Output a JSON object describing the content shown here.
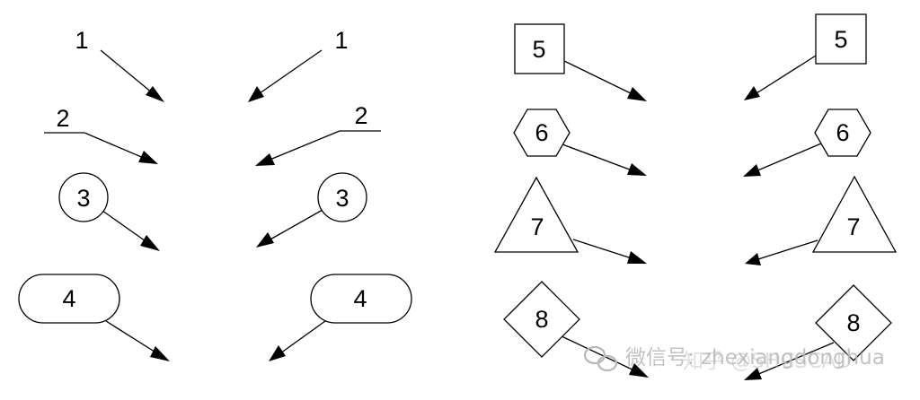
{
  "callouts": {
    "plain_left": "1",
    "plain_right": "1",
    "underline_left": "2",
    "underline_right": "2",
    "circle_left": "3",
    "circle_right": "3",
    "slot_left": "4",
    "slot_right": "4",
    "square_left": "5",
    "square_right": "5",
    "hexagon_left": "6",
    "hexagon_right": "6",
    "triangle_left": "7",
    "triangle_right": "7",
    "diamond_left": "8",
    "diamond_right": "8"
  },
  "watermark": {
    "text": "微信号: zhexiangdonghua",
    "overlay_text": "知乎 @SHCSCAD",
    "icon": "wechat-icon"
  },
  "colors": {
    "ink": "#000000",
    "background": "#ffffff",
    "watermark": "#b8b8b8"
  }
}
